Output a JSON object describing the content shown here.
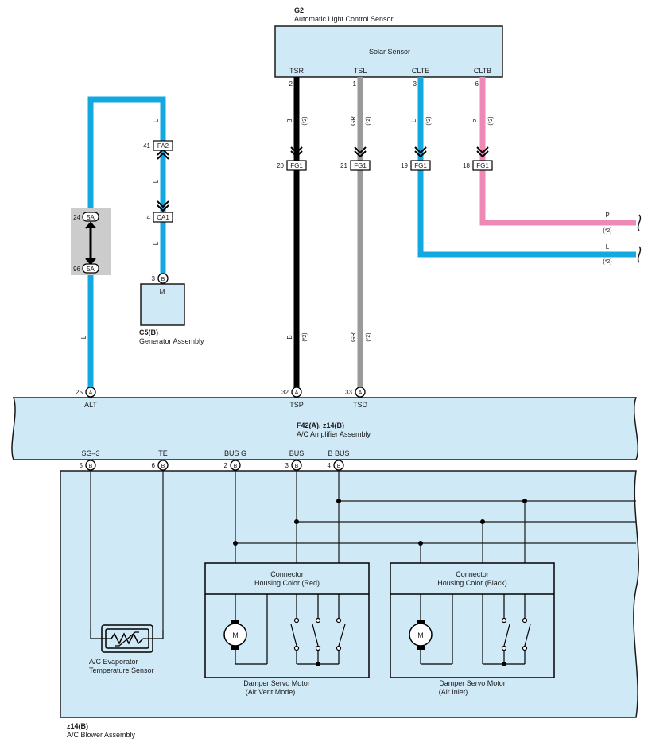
{
  "sensor": {
    "code": "G2",
    "name": "Automatic Light Control Sensor",
    "inner_label": "Solar Sensor",
    "pins": [
      {
        "name": "TSR",
        "number": "2",
        "wire": "B",
        "note": "(*2)",
        "joint_pin": "20",
        "joint": "FG1",
        "color": "#000000"
      },
      {
        "name": "TSL",
        "number": "1",
        "wire": "GR",
        "note": "(*2)",
        "joint_pin": "21",
        "joint": "FG1",
        "color": "#9a9a9a"
      },
      {
        "name": "CLTE",
        "number": "3",
        "wire": "L",
        "note": "(*2)",
        "joint_pin": "19",
        "joint": "FG1",
        "color": "#13a9e0"
      },
      {
        "name": "CLTB",
        "number": "6",
        "wire": "P",
        "note": "(*2)",
        "joint_pin": "18",
        "joint": "FG1",
        "color": "#ee88b4"
      }
    ],
    "outputs": [
      {
        "wire": "P",
        "note": "(*2)"
      },
      {
        "wire": "L",
        "note": "(*2)"
      }
    ],
    "lower_labels": [
      {
        "wire": "B",
        "note": "(*2)"
      },
      {
        "wire": "GR",
        "note": "(*2)"
      }
    ]
  },
  "generator": {
    "code": "C5(B)",
    "name": "Generator Assembly",
    "pin": "3",
    "pin_conn": "B",
    "inner": "M",
    "wire": "L",
    "connectors": [
      {
        "pin": "41",
        "id": "FA2"
      },
      {
        "pin": "4",
        "id": "CA1"
      }
    ]
  },
  "splice": {
    "top_pin": "24",
    "top_id": "5A",
    "bottom_pin": "96",
    "bottom_id": "5A",
    "wire": "L"
  },
  "amplifier": {
    "code": "F42(A), z14(B)",
    "name": "A/C Amplifier Assembly",
    "top_pins": [
      {
        "num": "25",
        "conn": "A",
        "name": "ALT"
      },
      {
        "num": "32",
        "conn": "A",
        "name": "TSP"
      },
      {
        "num": "33",
        "conn": "A",
        "name": "TSD"
      }
    ],
    "bottom_pins": [
      {
        "num": "5",
        "conn": "B",
        "name": "SG–3"
      },
      {
        "num": "6",
        "conn": "B",
        "name": "TE"
      },
      {
        "num": "2",
        "conn": "B",
        "name": "BUS G"
      },
      {
        "num": "3",
        "conn": "B",
        "name": "BUS"
      },
      {
        "num": "4",
        "conn": "B",
        "name": "B BUS"
      }
    ]
  },
  "blower": {
    "code": "z14(B)",
    "name": "A/C Blower Assembly",
    "evap_sensor": [
      "A/C Evaporator",
      "Temperature Sensor"
    ],
    "servos": [
      {
        "connector": [
          "Connector",
          "Housing Color (Red)"
        ],
        "name": [
          "Damper Servo Motor",
          "(Air Vent Mode)"
        ],
        "motor": "M"
      },
      {
        "connector": [
          "Connector",
          "Housing Color (Black)"
        ],
        "name": [
          "Damper Servo Motor",
          "(Air Inlet)"
        ],
        "motor": "M"
      }
    ]
  },
  "colors": {
    "panel_fill": "#cfe9f7",
    "wire_blue": "#13a9e0",
    "wire_black": "#000000",
    "wire_gray": "#9a9a9a",
    "wire_pink": "#ee88b4",
    "splice_shade": "#cccccc"
  }
}
